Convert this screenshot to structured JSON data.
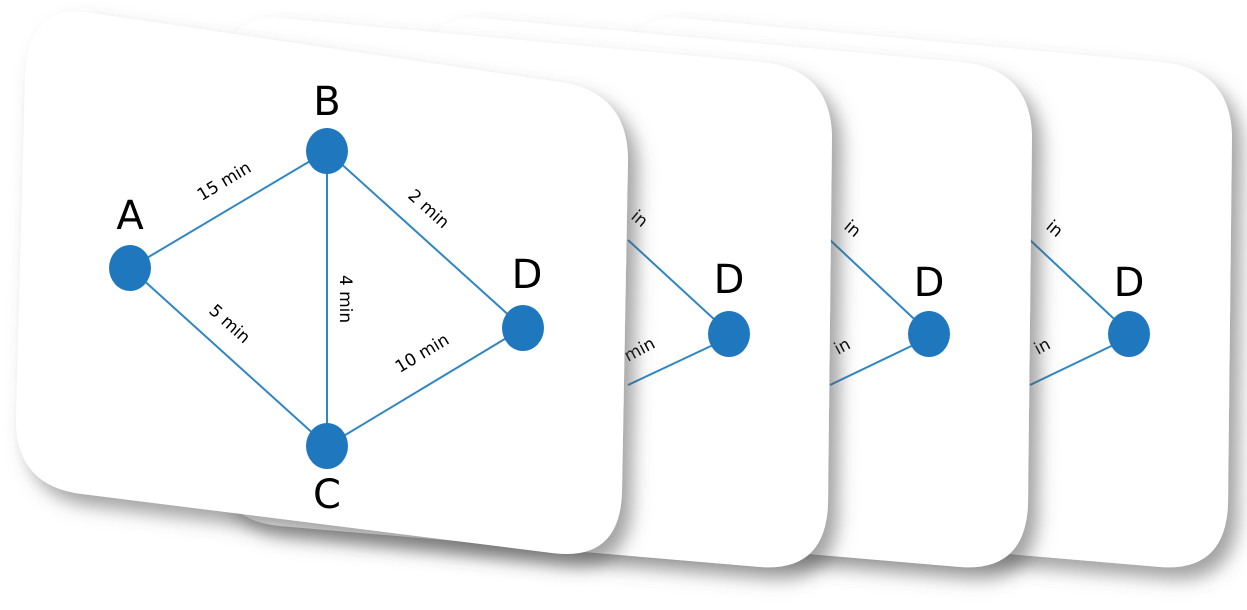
{
  "colors": {
    "node": "#1f78bd",
    "edge": "#2f86c4",
    "card": "#ffffff",
    "shadow": "#555555"
  },
  "front_card": {
    "nodes": {
      "A": {
        "label": "A"
      },
      "B": {
        "label": "B"
      },
      "C": {
        "label": "C"
      },
      "D": {
        "label": "D"
      }
    },
    "edges": {
      "AB": {
        "label": "15 min"
      },
      "BD": {
        "label": "2 min"
      },
      "BC": {
        "label": "4 min"
      },
      "AC": {
        "label": "5 min"
      },
      "CD": {
        "label": "10 min"
      }
    }
  },
  "back_cards": [
    {
      "node_label": "D",
      "upper_edge_fragment": "in",
      "lower_edge_fragment": "min"
    },
    {
      "node_label": "D",
      "upper_edge_fragment": "in",
      "lower_edge_fragment": "in"
    },
    {
      "node_label": "D",
      "upper_edge_fragment": "in",
      "lower_edge_fragment": "in"
    }
  ]
}
